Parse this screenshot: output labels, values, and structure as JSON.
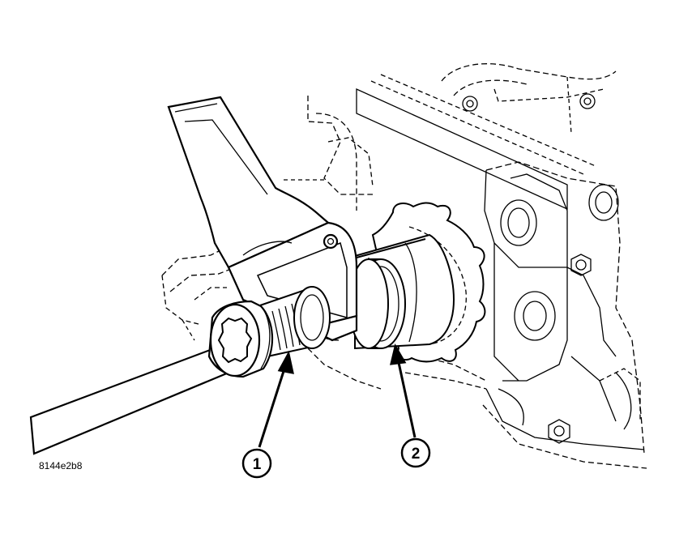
{
  "figure": {
    "code": "8144e2b8"
  },
  "callouts": [
    {
      "number": "1"
    },
    {
      "number": "2"
    }
  ],
  "colors": {
    "line": "#000000",
    "background": "#ffffff"
  }
}
